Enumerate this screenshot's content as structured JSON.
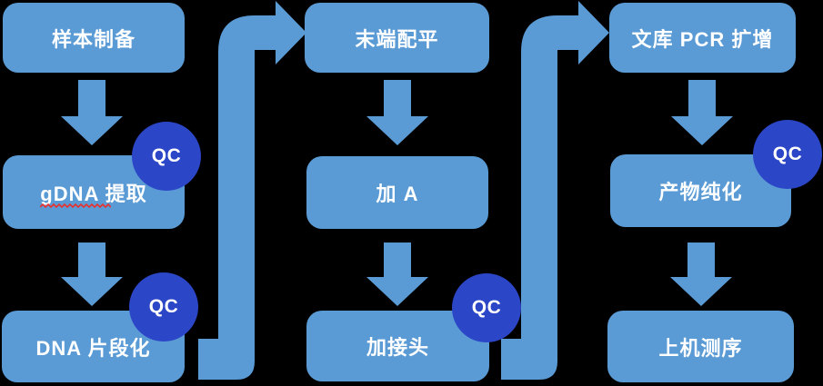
{
  "diagram": {
    "qc_label": "QC",
    "colors": {
      "shape_fill": "#5B9BD5",
      "qc_fill": "#2B46C7",
      "text": "#FFFFFF",
      "background": "#000000",
      "squiggle": "#E8312E"
    },
    "columns": [
      {
        "steps": [
          {
            "label": "样本制备",
            "qc": false
          },
          {
            "label": "gDNA 提取",
            "qc": true,
            "spellcheck_squiggle": true
          },
          {
            "label": "DNA 片段化",
            "qc": true
          }
        ]
      },
      {
        "steps": [
          {
            "label": "末端配平",
            "qc": false
          },
          {
            "label": "加 A",
            "qc": false
          },
          {
            "label": "加接头",
            "qc": true
          }
        ]
      },
      {
        "steps": [
          {
            "label": "文库 PCR 扩增",
            "qc": false
          },
          {
            "label": "产物纯化",
            "qc": true
          },
          {
            "label": "上机测序",
            "qc": false
          }
        ]
      }
    ],
    "connectors": [
      {
        "from": "DNA 片段化",
        "to": "末端配平"
      },
      {
        "from": "加接头",
        "to": "文库 PCR 扩增"
      }
    ]
  }
}
